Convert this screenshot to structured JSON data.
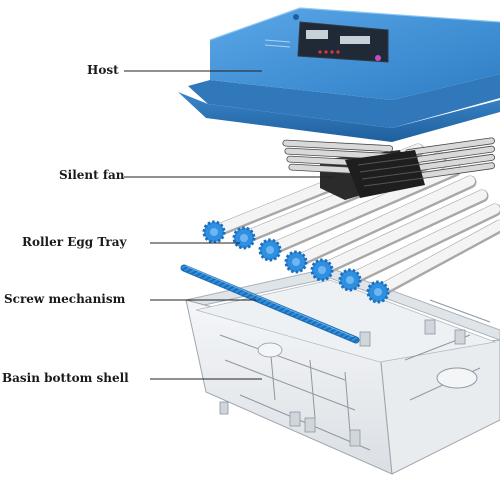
{
  "labels": {
    "host": "Host",
    "silent_fan": "Silent fan",
    "roller_egg_tray": "Roller Egg Tray",
    "screw_mechanism": "Screw mechanism",
    "basin_bottom_shell": "Basin bottom shell"
  },
  "colors": {
    "host_blue": "#3d8fd6",
    "host_blue_dark": "#2a6fb0",
    "display_panel": "#1f2a36",
    "gear_blue": "#2f8fe0",
    "rod_white": "#f2f2f2",
    "fan_dark": "#2b2b2b",
    "shell_clear": "#e6eaee"
  }
}
